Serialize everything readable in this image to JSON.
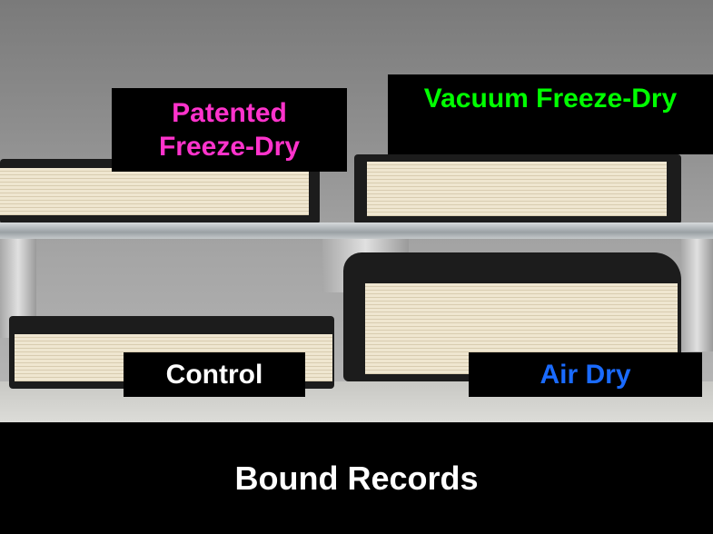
{
  "labels": {
    "patented": "Patented Freeze-Dry",
    "vacuum": "Vacuum Freeze-Dry",
    "control": "Control",
    "air_dry": "Air Dry"
  },
  "caption": "Bound Records",
  "colors": {
    "patented": "#ff33cc",
    "vacuum": "#00ff00",
    "control": "#ffffff",
    "air_dry": "#1a6bff"
  }
}
